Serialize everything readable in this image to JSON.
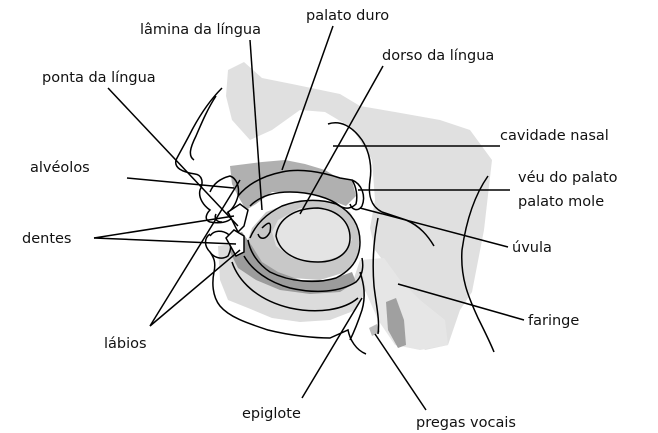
{
  "labels": {
    "lamina": "lâmina da língua",
    "palato_duro": "palato duro",
    "dorso": "dorso da língua",
    "ponta": "ponta da língua",
    "cavidade": "cavidade nasal",
    "alveolos": "alvéolos",
    "veu": "véu do palato",
    "palato_mole": "palato mole",
    "dentes": "dentes",
    "uvula": "úvula",
    "faringe": "faringe",
    "labios": "lábios",
    "epiglote": "epiglote",
    "pregas": "pregas vocais"
  },
  "colors": {
    "light_gray": "#e0e0e0",
    "mid_gray": "#c4c4c4",
    "dark_gray": "#a8a8a8",
    "outline": "#000000"
  }
}
